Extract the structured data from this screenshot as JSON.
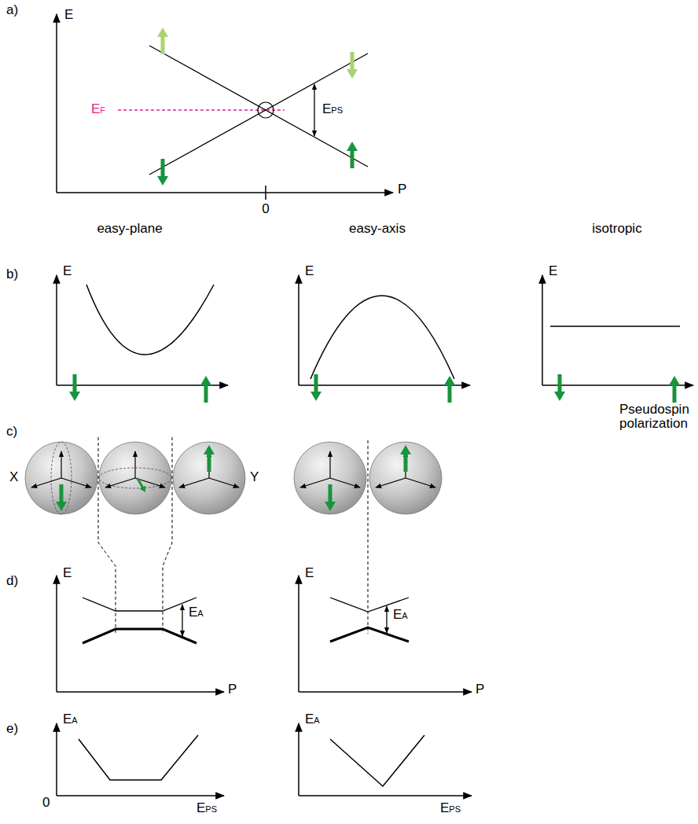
{
  "diagram": {
    "labels": [
      "a)",
      "E",
      "EF",
      "EPS",
      "0",
      "P",
      "easy-plane",
      "easy-axis",
      "isotropic",
      "b)",
      "E",
      "E",
      "E",
      "Pseudospin polarization",
      "c)",
      "X",
      "Y",
      "d)",
      "E",
      "EA",
      "P",
      "E",
      "EA",
      "P",
      "e)",
      "EA",
      "0",
      "EPS",
      "EA",
      "EPS"
    ]
  }
}
